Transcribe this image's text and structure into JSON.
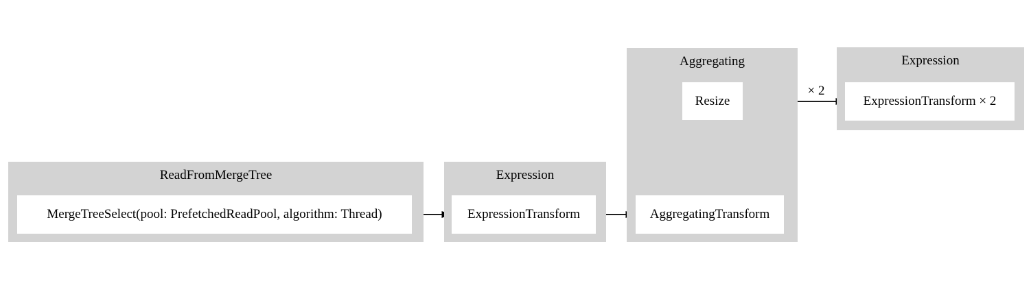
{
  "diagram": {
    "colors": {
      "background": "#ffffff",
      "cluster_fill": "#d3d3d3",
      "node_fill": "#ffffff",
      "text": "#000000",
      "edge": "#000000"
    },
    "clusters": [
      {
        "title": "ReadFromMergeTree",
        "nodes": [
          {
            "label": "MergeTreeSelect(pool: PrefetchedReadPool, algorithm: Thread)"
          }
        ]
      },
      {
        "title": "Expression",
        "nodes": [
          {
            "label": "ExpressionTransform"
          }
        ]
      },
      {
        "title": "Aggregating",
        "nodes": [
          {
            "label": "AggregatingTransform"
          },
          {
            "label": "Resize"
          }
        ]
      },
      {
        "title": "Expression",
        "nodes": [
          {
            "label": "ExpressionTransform × 2"
          }
        ]
      }
    ],
    "edges": [
      {
        "from": "MergeTreeSelect(pool: PrefetchedReadPool, algorithm: Thread)",
        "to": "ExpressionTransform"
      },
      {
        "from": "ExpressionTransform",
        "to": "AggregatingTransform"
      },
      {
        "from": "AggregatingTransform",
        "to": "Resize"
      },
      {
        "from": "Resize",
        "to": "ExpressionTransform × 2",
        "label": "× 2"
      }
    ]
  }
}
